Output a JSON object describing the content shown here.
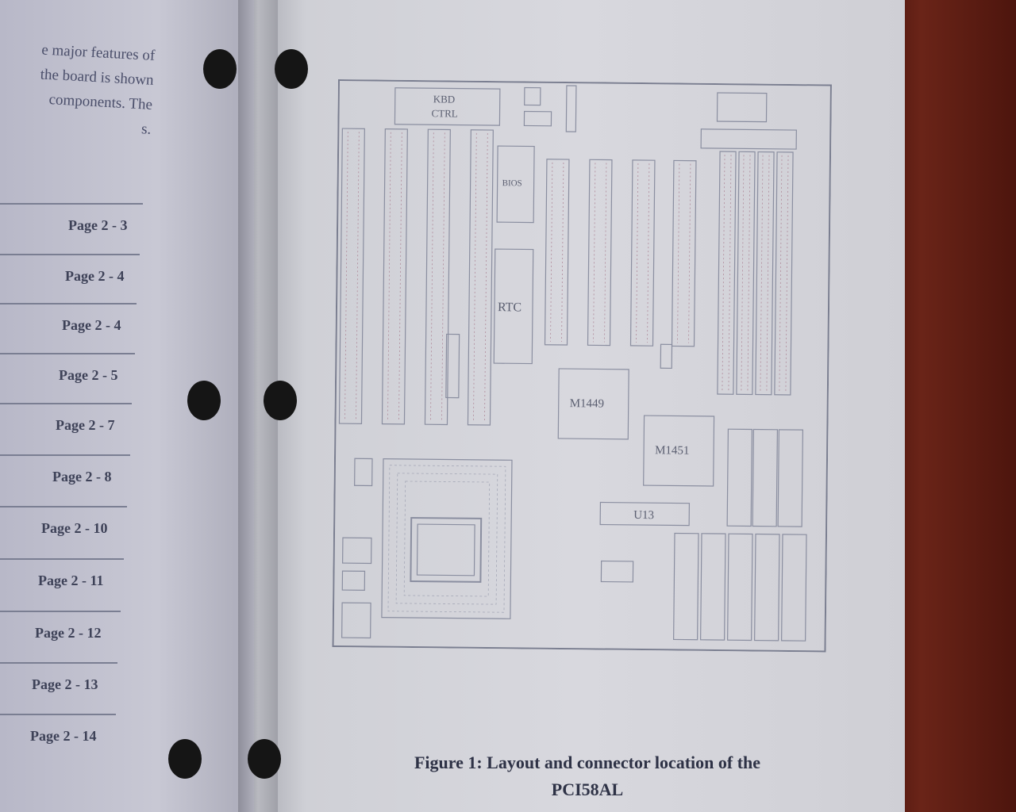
{
  "left_page": {
    "intro_lines": [
      "e major features of",
      "the board is shown",
      "components. The",
      "s."
    ],
    "toc_pages": [
      "Page 2 - 3",
      "Page 2 - 4",
      "Page 2 - 4",
      "Page 2 - 5",
      "Page 2 - 7",
      "Page 2 - 8",
      "Page 2 - 10",
      "Page 2 - 11",
      "Page 2 - 12",
      "Page 2 - 13",
      "Page 2 - 14"
    ]
  },
  "figure": {
    "labels": {
      "kbd": "KBD",
      "ctrl": "CTRL",
      "bios": "BIOS",
      "rtc": "RTC",
      "m1449": "M1449",
      "m1451": "M1451",
      "u13": "U13"
    },
    "caption_line1": "Figure 1: Layout and connector location of the",
    "caption_line2": "PCI58AL"
  }
}
